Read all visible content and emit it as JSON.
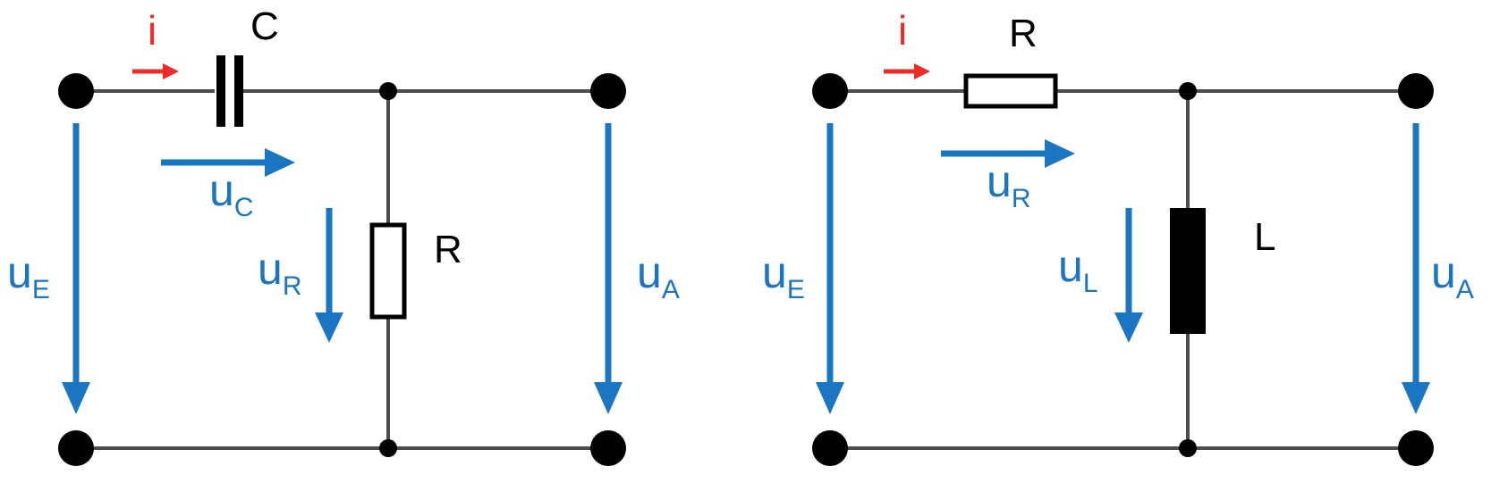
{
  "colors": {
    "voltage": "#1a75c2",
    "current": "#ee2b24",
    "wire": "#4d4d4d",
    "component": "#000000"
  },
  "circuit_rc": {
    "current_label": "i",
    "capacitor_label": "C",
    "resistor_label": "R",
    "uC": {
      "main": "u",
      "sub": "C"
    },
    "uR": {
      "main": "u",
      "sub": "R"
    },
    "uE": {
      "main": "u",
      "sub": "E"
    },
    "uA": {
      "main": "u",
      "sub": "A"
    }
  },
  "circuit_rl": {
    "current_label": "i",
    "resistor_label": "R",
    "inductor_label": "L",
    "uR": {
      "main": "u",
      "sub": "R"
    },
    "uL": {
      "main": "u",
      "sub": "L"
    },
    "uE": {
      "main": "u",
      "sub": "E"
    },
    "uA": {
      "main": "u",
      "sub": "A"
    }
  }
}
